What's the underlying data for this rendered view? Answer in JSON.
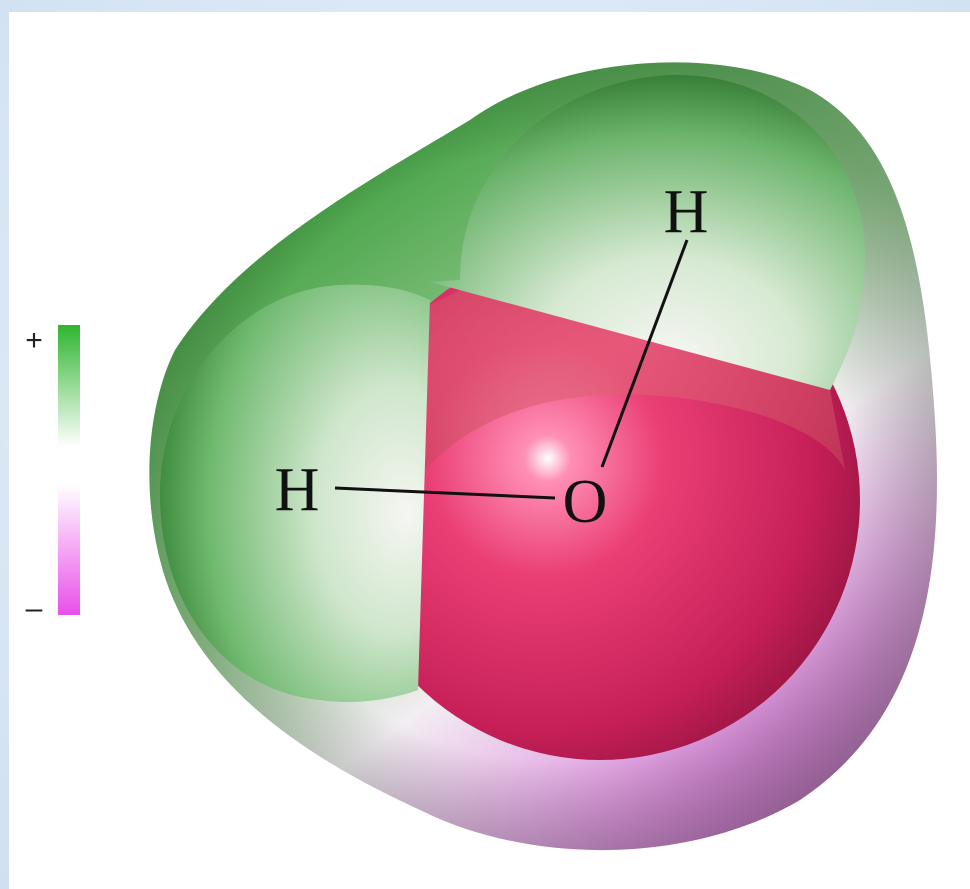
{
  "molecule": {
    "atoms": [
      {
        "id": "oxygen",
        "label": "O"
      },
      {
        "id": "hydrogen-left",
        "label": "H"
      },
      {
        "id": "hydrogen-top",
        "label": "H"
      }
    ],
    "bonds": [
      {
        "from": "hydrogen-left",
        "to": "oxygen"
      },
      {
        "from": "hydrogen-top",
        "to": "oxygen"
      }
    ]
  },
  "charge_scale": {
    "positive_label": "+",
    "negative_label": "–",
    "colors": {
      "positive": "#3ec23e",
      "neutral": "#ffffff",
      "negative": "#ee60ee"
    }
  },
  "colors": {
    "background": "#dde9f6",
    "frame": "#ffffff",
    "oxygen": "#e43c6e",
    "hydrogen": "#4fae5a",
    "cloud_positive": "#4aa84a",
    "cloud_negative": "#d86fd8"
  }
}
